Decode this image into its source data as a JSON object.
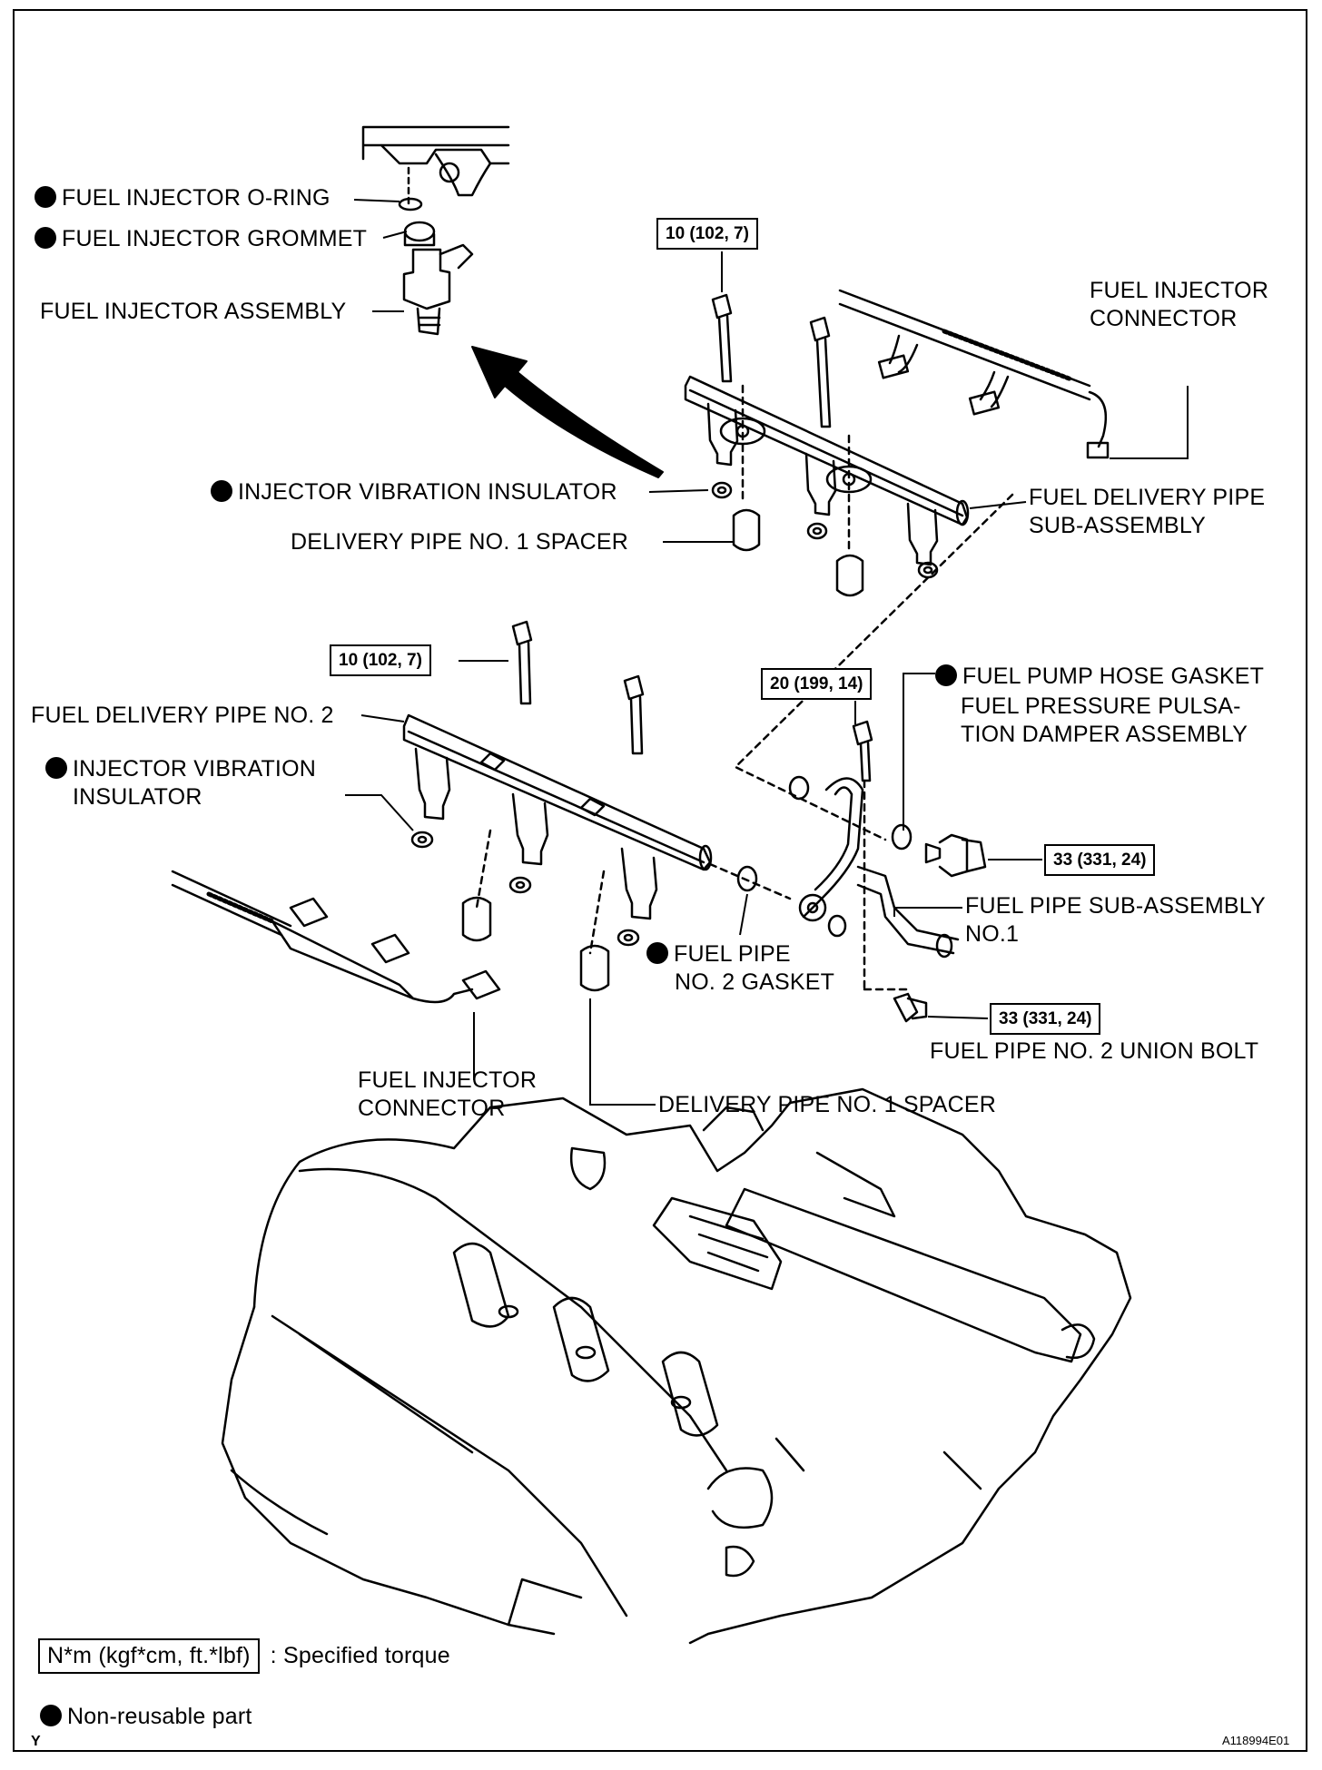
{
  "labels": {
    "fuel_injector_o_ring": "FUEL INJECTOR O-RING",
    "fuel_injector_grommet": "FUEL INJECTOR GROMMET",
    "fuel_injector_assembly": "FUEL INJECTOR ASSEMBLY",
    "fuel_injector_connector_top": [
      "FUEL INJECTOR",
      "CONNECTOR"
    ],
    "injector_vibration_insulator_top": "INJECTOR VIBRATION INSULATOR",
    "delivery_pipe_spacer_top": "DELIVERY PIPE NO. 1 SPACER",
    "fuel_delivery_pipe_sub_assembly": [
      "FUEL DELIVERY PIPE",
      "SUB-ASSEMBLY"
    ],
    "fuel_delivery_pipe_no2": "FUEL DELIVERY PIPE NO. 2",
    "injector_vibration_insulator_left": [
      "INJECTOR VIBRATION",
      "INSULATOR"
    ],
    "fuel_pump_hose_gasket": "FUEL PUMP HOSE GASKET",
    "fuel_pressure_pulsation_damper": [
      "FUEL PRESSURE PULSA-",
      "TION DAMPER ASSEMBLY"
    ],
    "fuel_pipe_sub_assembly_no1": [
      "FUEL PIPE SUB-ASSEMBLY",
      "NO.1"
    ],
    "fuel_pipe_no2_gasket": [
      "FUEL PIPE",
      "NO. 2 GASKET"
    ],
    "fuel_pipe_no2_union_bolt": "FUEL PIPE NO. 2 UNION BOLT",
    "fuel_injector_connector_bottom": [
      "FUEL INJECTOR",
      "CONNECTOR"
    ],
    "delivery_pipe_spacer_bottom": "DELIVERY PIPE NO. 1 SPACER"
  },
  "torques": {
    "top_bolt": "10 (102, 7)",
    "left_bolt": "10 (102, 7)",
    "pipe_bolt": "20 (199, 14)",
    "damper": "33 (331, 24)",
    "union_bolt": "33 (331, 24)"
  },
  "legend": {
    "torque_unit": "N*m (kgf*cm, ft.*lbf)",
    "torque_text": ": Specified torque",
    "non_reusable_text": "Non-reusable part"
  },
  "footer": {
    "left_mark": "Y",
    "figure_code": "A118994E01"
  }
}
